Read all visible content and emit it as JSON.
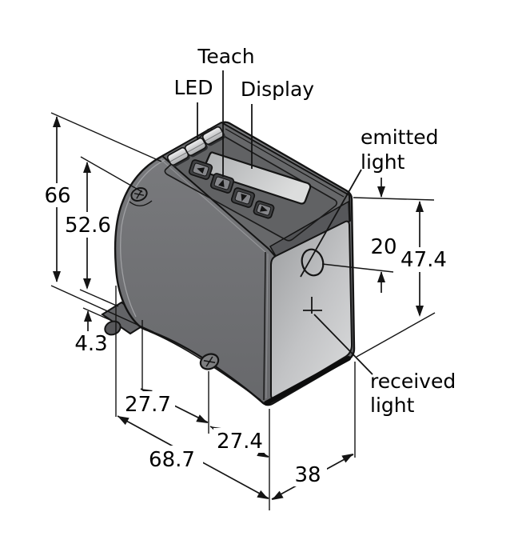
{
  "figure": {
    "type": "technical-dimension-drawing",
    "view": "isometric sensor housing with keypad, display and optical windows"
  },
  "labels": {
    "teach": "Teach",
    "led": "LED",
    "display": "Display",
    "emitted_light": [
      "emitted",
      "light"
    ],
    "received_light": [
      "received",
      "light"
    ]
  },
  "dimensions": {
    "overall_height": "66",
    "body_height": "52.6",
    "dovetail_plate_offset": "4.3",
    "rear_to_mounting_hole": "27.7",
    "mounting_hole_to_front": "27.4",
    "overall_width": "68.7",
    "housing_depth": "38",
    "emitter_offset_from_top": "20",
    "front_face_height": "47.4"
  },
  "colors": {
    "background": "#ffffff",
    "outline": "#141414",
    "top_face": "#67686a",
    "left_face": "#747578",
    "front_face_light": "#d7d8d9",
    "front_face_dark": "#9c9ea0",
    "display_light": "#d9dadb",
    "display_dark": "#adafb1",
    "chamfer": "#56575a",
    "bracket": "#636467",
    "button_cap": "#8e9092",
    "text": "#000000"
  }
}
